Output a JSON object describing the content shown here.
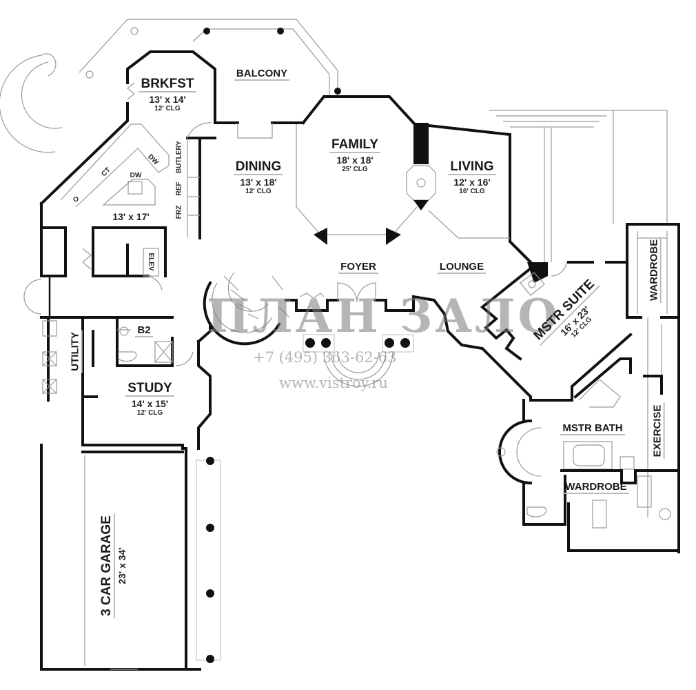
{
  "plan": {
    "rooms": [
      {
        "id": "brkfst",
        "name": "BRKFST",
        "size": "13' x 14'",
        "ceiling": "12' CLG"
      },
      {
        "id": "balcony",
        "name": "BALCONY"
      },
      {
        "id": "kitchen",
        "name": "",
        "size": "13' x 17'"
      },
      {
        "id": "dining",
        "name": "DINING",
        "size": "13' x 18'",
        "ceiling": "12' CLG"
      },
      {
        "id": "family",
        "name": "FAMILY",
        "size": "18' x 18'",
        "ceiling": "25' CLG"
      },
      {
        "id": "living",
        "name": "LIVING",
        "size": "12' x 16'",
        "ceiling": "16' CLG"
      },
      {
        "id": "foyer",
        "name": "FOYER"
      },
      {
        "id": "lounge",
        "name": "LOUNGE"
      },
      {
        "id": "mstr_suite",
        "name": "MSTR SUITE",
        "size": "16' x 23'",
        "ceiling": "12' CLG"
      },
      {
        "id": "wardrobe_upper",
        "name": "WARDROBE"
      },
      {
        "id": "mstr_bath",
        "name": "MSTR BATH"
      },
      {
        "id": "exercise",
        "name": "EXERCISE"
      },
      {
        "id": "wardrobe_lower",
        "name": "WARDROBE"
      },
      {
        "id": "b2",
        "name": "B2"
      },
      {
        "id": "utility",
        "name": "UTILITY"
      },
      {
        "id": "study",
        "name": "STUDY",
        "size": "14' x 15'",
        "ceiling": "12' CLG"
      },
      {
        "id": "garage",
        "name": "3 CAR GARAGE",
        "size": "23' x 34'"
      }
    ],
    "fixtures": {
      "butlery": "BUTLERY",
      "ref": "REF",
      "frz": "FRZ",
      "dw1": "DW",
      "dw2": "DW",
      "ct": "CT",
      "o": "O",
      "elev": "ELEV"
    }
  },
  "watermark": {
    "brand": "ПЛАН ЗАЛО",
    "phone": "+7 (495) 363-62-63",
    "url": "www.vistroy.ru"
  }
}
